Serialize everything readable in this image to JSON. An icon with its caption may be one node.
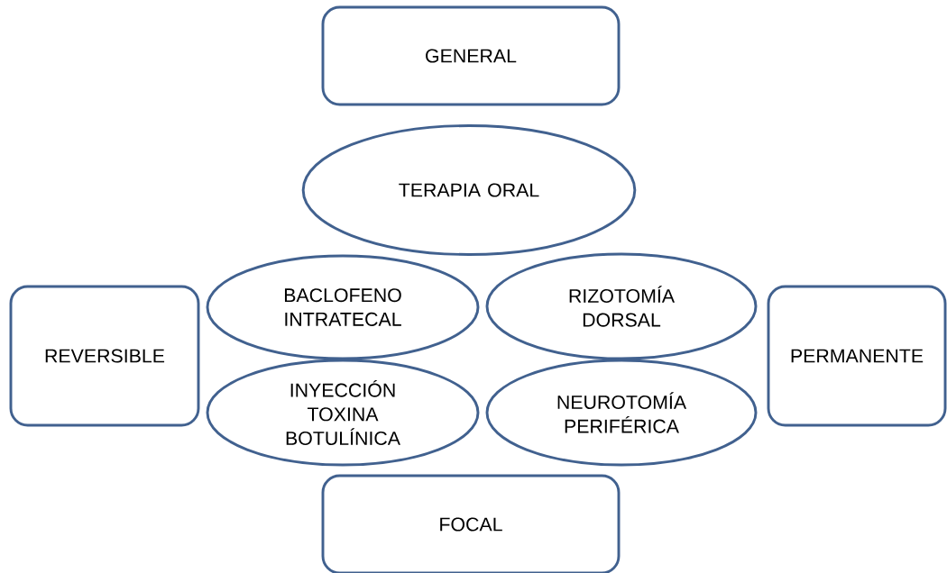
{
  "diagram": {
    "nodes": [
      {
        "text": [
          "GENERAL"
        ]
      },
      {
        "text": [
          "TERAPIA ORAL"
        ]
      },
      {
        "text": [
          "REVERSIBLE"
        ]
      },
      {
        "text": [
          "BACLOFENO INTRATECAL"
        ]
      },
      {
        "text": [
          "RIZOTOMÍA DORSAL"
        ]
      },
      {
        "text": [
          "PERMANENTE"
        ]
      },
      {
        "text": [
          "INYECCIÓN TOXINA BOTULÍNICA"
        ]
      },
      {
        "text": [
          "NEUROTOMÍA PERIFÉRICA"
        ]
      },
      {
        "text": [
          "FOCAL"
        ]
      }
    ]
  }
}
